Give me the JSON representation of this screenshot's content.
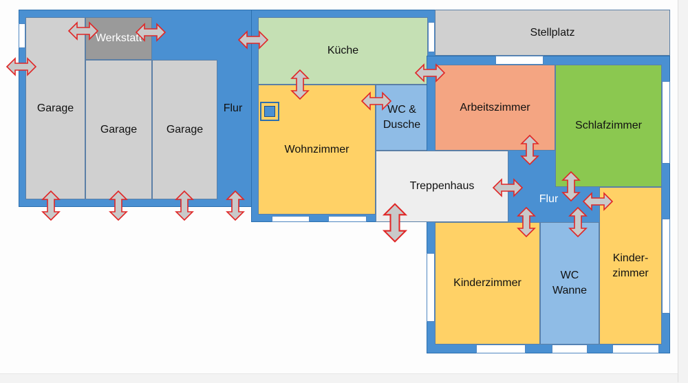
{
  "colors": {
    "wall": "#4a90d2",
    "garage": "#d0d0d0",
    "werkstatt": "#9a9a9a",
    "kueche": "#c5e0b4",
    "wohnzimmer": "#ffd166",
    "wc": "#8fbce6",
    "treppenhaus": "#eeeeee",
    "arbeitszimmer": "#f4a582",
    "schlafzimmer": "#8bc850",
    "kinderzimmer": "#ffd166",
    "stellplatz": "#d0d0d0",
    "door_arrow_fill": "#c9c9c9",
    "door_arrow_outline": "#e02626"
  },
  "rooms": {
    "garage_1": "Garage",
    "garage_2": "Garage",
    "garage_3": "Garage",
    "werkstatt": "Werkstatt",
    "flur_left": "Flur",
    "kueche": "Küche",
    "wohnzimmer": "Wohnzimmer",
    "wc_dusche": "WC &\nDusche",
    "treppenhaus": "Treppenhaus",
    "stellplatz": "Stellplatz",
    "arbeitszimmer": "Arbeitszimmer",
    "schlafzimmer": "Schlafzimmer",
    "flur_right": "Flur",
    "kinderzimmer_1": "Kinderzimmer",
    "wc_wanne": "WC\nWanne",
    "kinderzimmer_2": "Kinder-\nzimmer"
  },
  "icons": {
    "door_marker": "double-arrow-icon",
    "fireplace": "fireplace-icon"
  }
}
